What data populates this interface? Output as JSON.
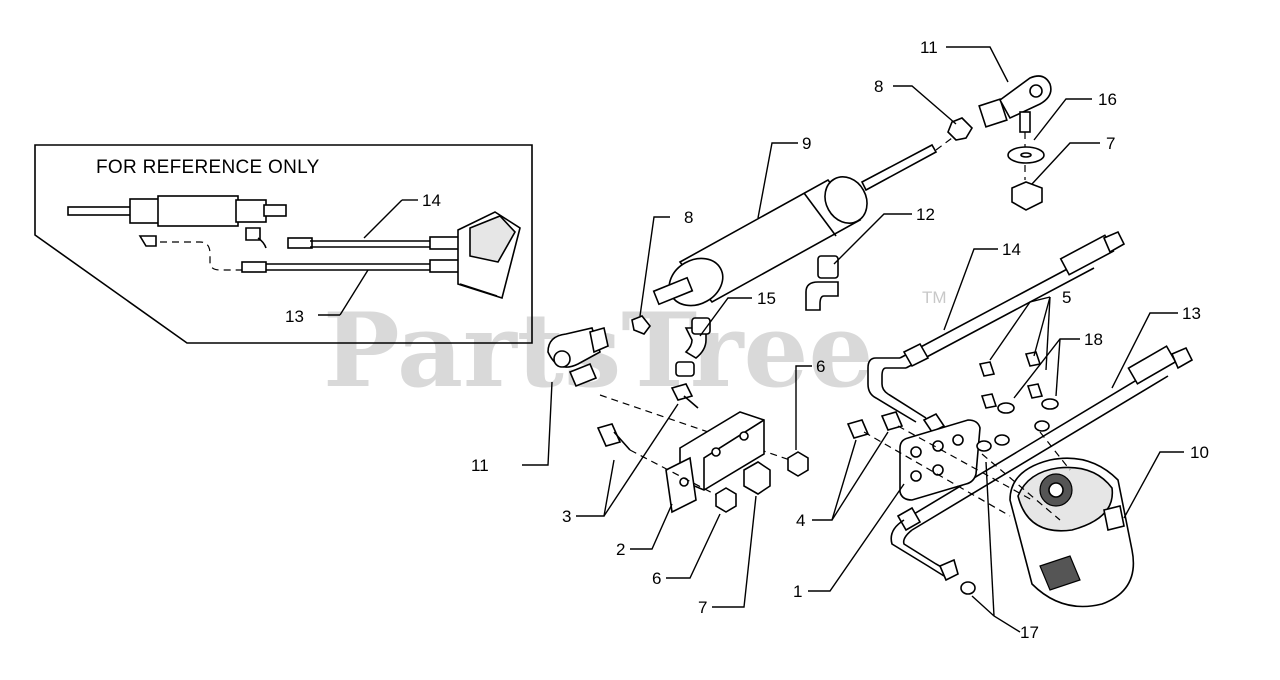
{
  "reference_box": {
    "title": "FOR REFERENCE ONLY",
    "labels": [
      "14",
      "13"
    ]
  },
  "watermark": {
    "text": "PartsTree",
    "trademark": "TM"
  },
  "callouts": [
    "11",
    "8",
    "16",
    "7",
    "9",
    "8",
    "12",
    "15",
    "14",
    "5",
    "13",
    "18",
    "6",
    "11",
    "3",
    "2",
    "6",
    "7",
    "4",
    "1",
    "17",
    "10"
  ]
}
